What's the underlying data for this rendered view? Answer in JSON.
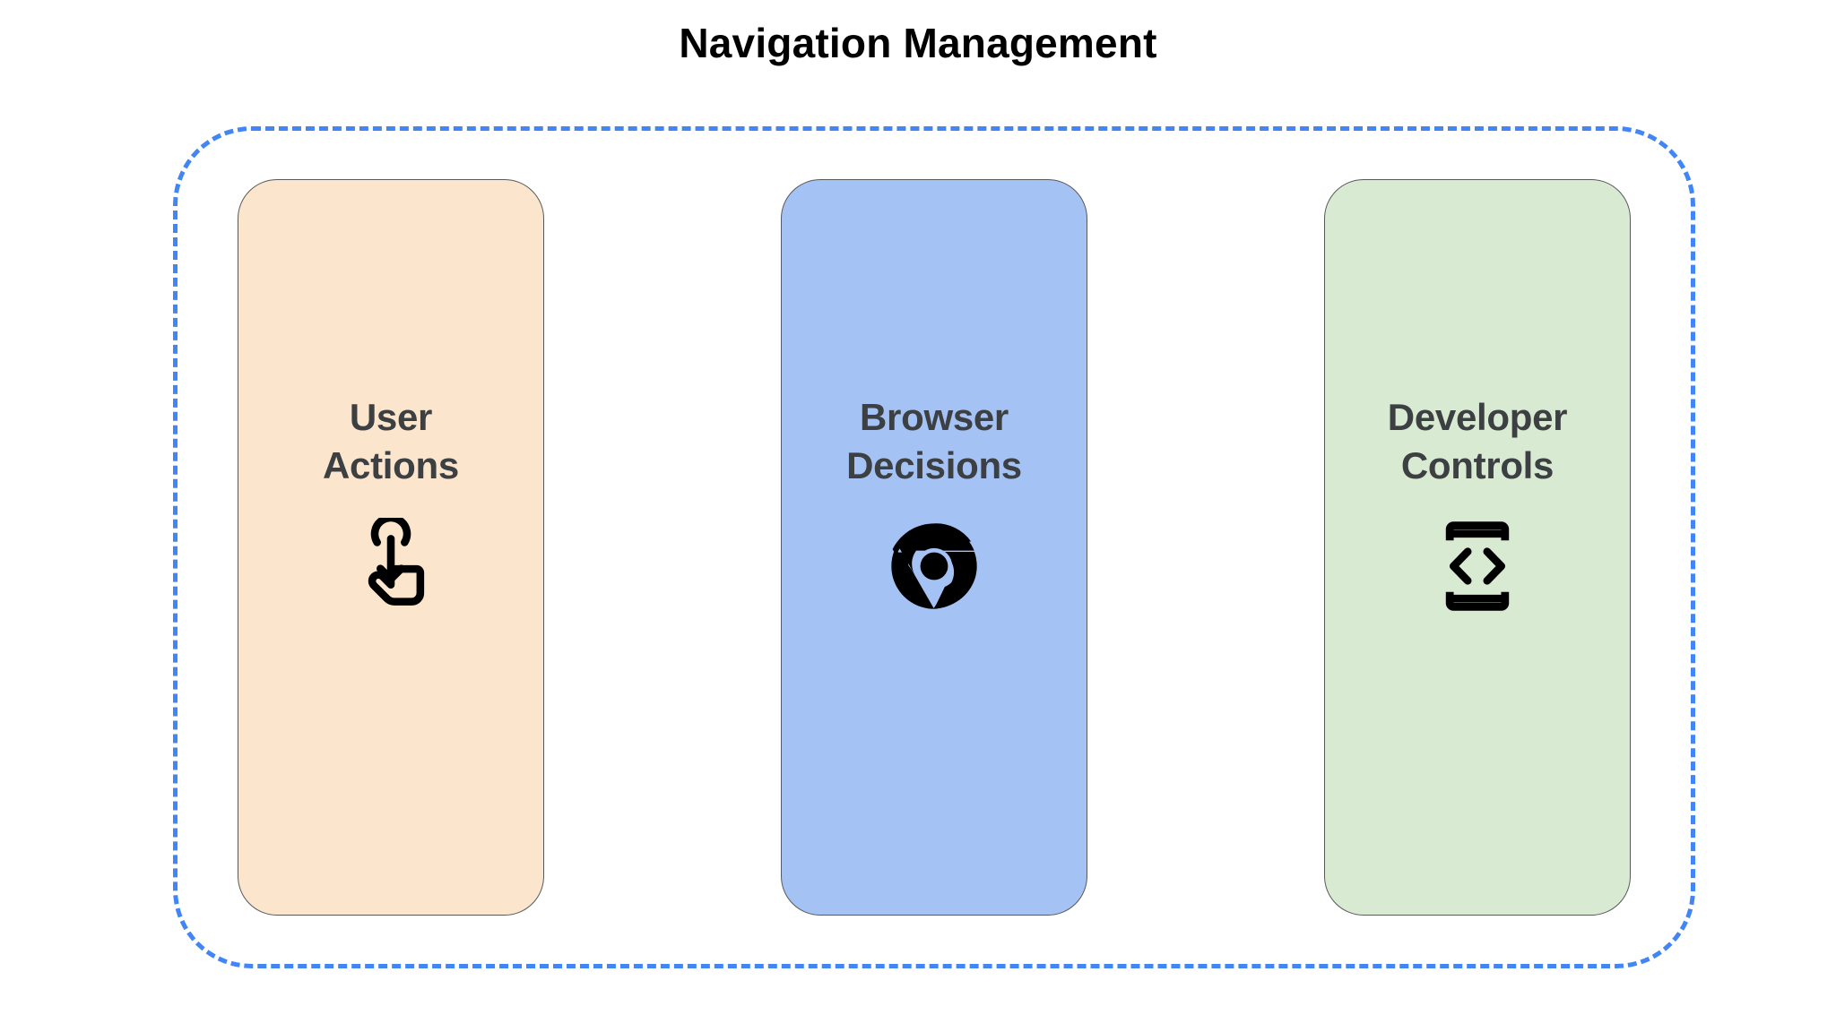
{
  "page": {
    "title": "Navigation Management",
    "background_color": "#ffffff",
    "title_color": "#000000"
  },
  "group_boundary": {
    "name": "navigation-management-group",
    "border_style": "dashed",
    "border_color": "#4285f4"
  },
  "cards": [
    {
      "id": "user-actions",
      "label": "User\nActions",
      "label_color": "#3c4043",
      "fill_color": "#fce5cd",
      "border_color": "#595959",
      "icon": "touch-app-icon"
    },
    {
      "id": "browser-decisions",
      "label": "Browser\nDecisions",
      "label_color": "#3c4043",
      "fill_color": "#a4c2f4",
      "border_color": "#595959",
      "icon": "chrome-browser-icon"
    },
    {
      "id": "developer-controls",
      "label": "Developer\nControls",
      "label_color": "#3c4043",
      "fill_color": "#d9ead3",
      "border_color": "#595959",
      "icon": "developer-mode-icon"
    }
  ]
}
